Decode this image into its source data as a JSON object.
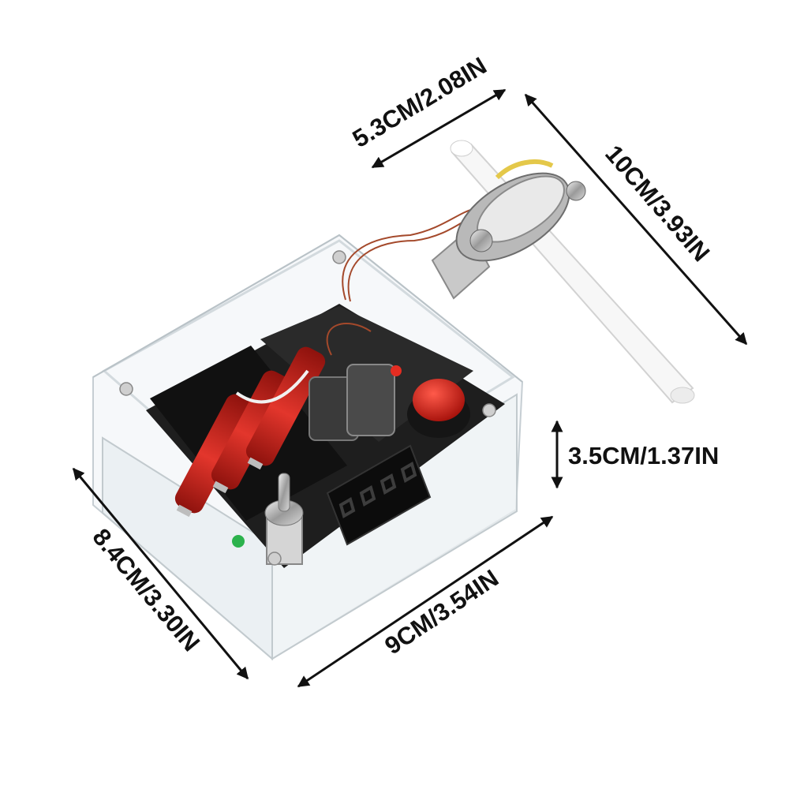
{
  "dimensions": {
    "tube_width": "5.3CM/2.08IN",
    "tube_length": "10CM/3.93IN",
    "box_height": "3.5CM/1.37IN",
    "box_depth": "8.4CM/3.30IN",
    "box_width": "9CM/3.54IN"
  },
  "colors": {
    "background": "#ffffff",
    "label": "#111111",
    "arrow": "#111111",
    "battery": "#c8251e",
    "button": "#d8201a",
    "pcb": "#1c1c1c",
    "acrylic": "#e8eef2"
  }
}
